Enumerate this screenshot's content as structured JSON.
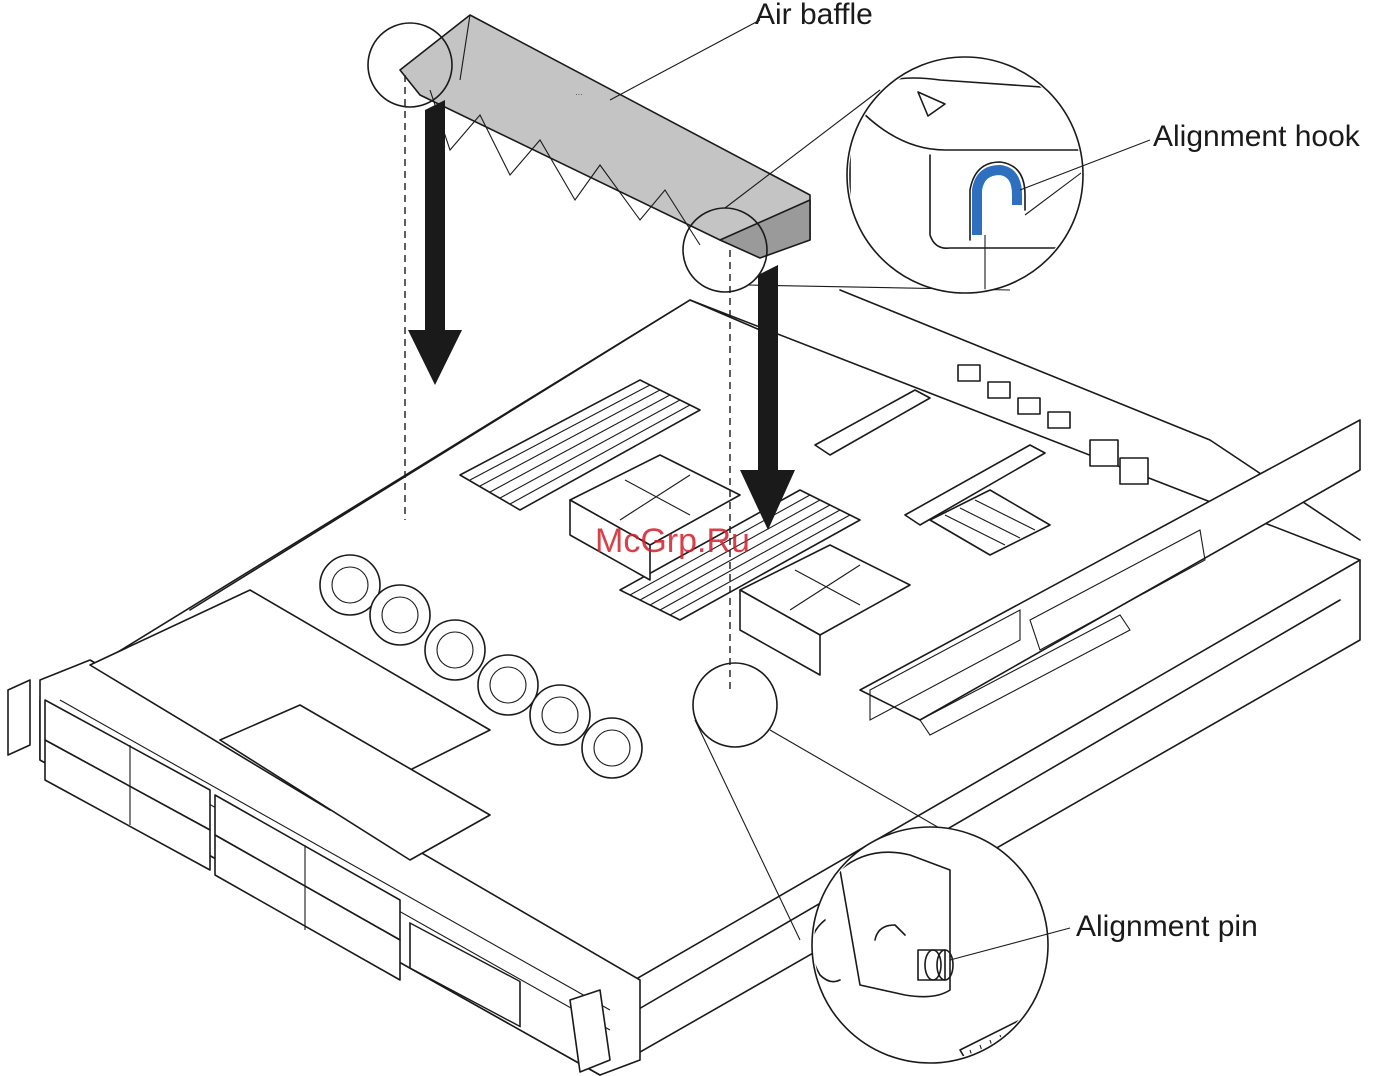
{
  "labels": {
    "air_baffle": "Air baffle",
    "alignment_hook": "Alignment hook",
    "alignment_pin": "Alignment pin"
  },
  "watermark": "McGrp.Ru",
  "colors": {
    "hook_accent": "#2f6fbf",
    "watermark": "#d11f2a"
  }
}
